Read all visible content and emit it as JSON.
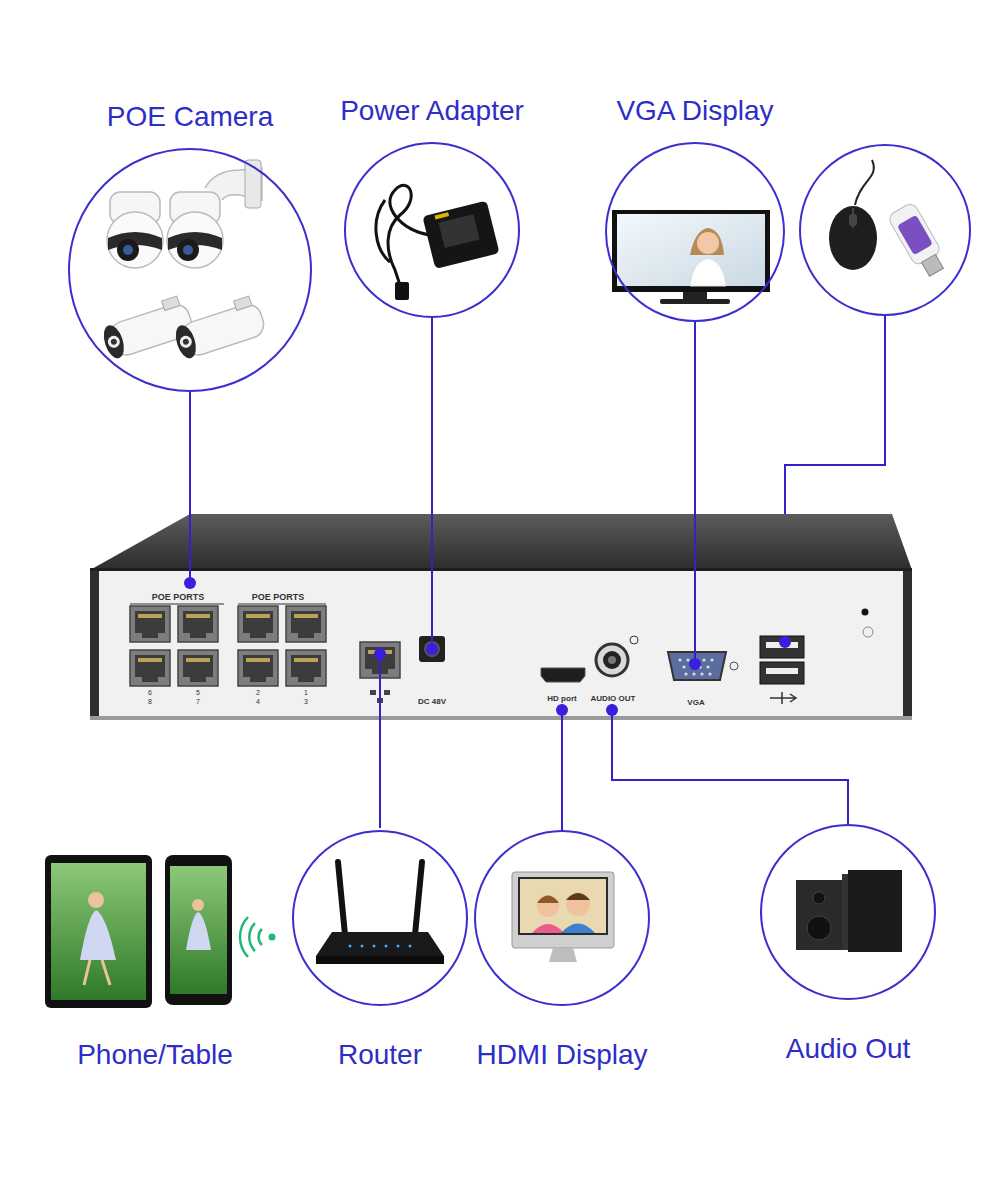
{
  "diagram": {
    "nodes": [
      {
        "text": [
          "POE Camera"
        ]
      },
      {
        "text": [
          "Power Adapter"
        ]
      },
      {
        "text": [
          "VGA Display"
        ]
      },
      {
        "text": [
          "POE PORTS",
          "POE PORTS"
        ]
      },
      {
        "text": [
          "DC 48V"
        ]
      },
      {
        "text": [
          "HD port"
        ]
      },
      {
        "text": [
          "AUDIO OUT"
        ]
      },
      {
        "text": [
          "VGA"
        ]
      },
      {
        "text": [
          "Router"
        ]
      },
      {
        "text": [
          "HDMI Display"
        ]
      },
      {
        "text": [
          "Audio Out"
        ]
      }
    ],
    "edges": [
      {
        "from": 0,
        "to": 3,
        "arrow": "none"
      },
      {
        "from": 1,
        "to": 4,
        "arrow": "none"
      },
      {
        "from": 2,
        "to": 7,
        "arrow": "none"
      },
      {
        "from": 9,
        "to": 5,
        "arrow": "none"
      },
      {
        "from": 10,
        "to": 6,
        "arrow": "none"
      }
    ],
    "labels": [
      "Phone/Table",
      "6",
      "5",
      "2",
      "1",
      "8",
      "7",
      "4",
      "3"
    ]
  }
}
